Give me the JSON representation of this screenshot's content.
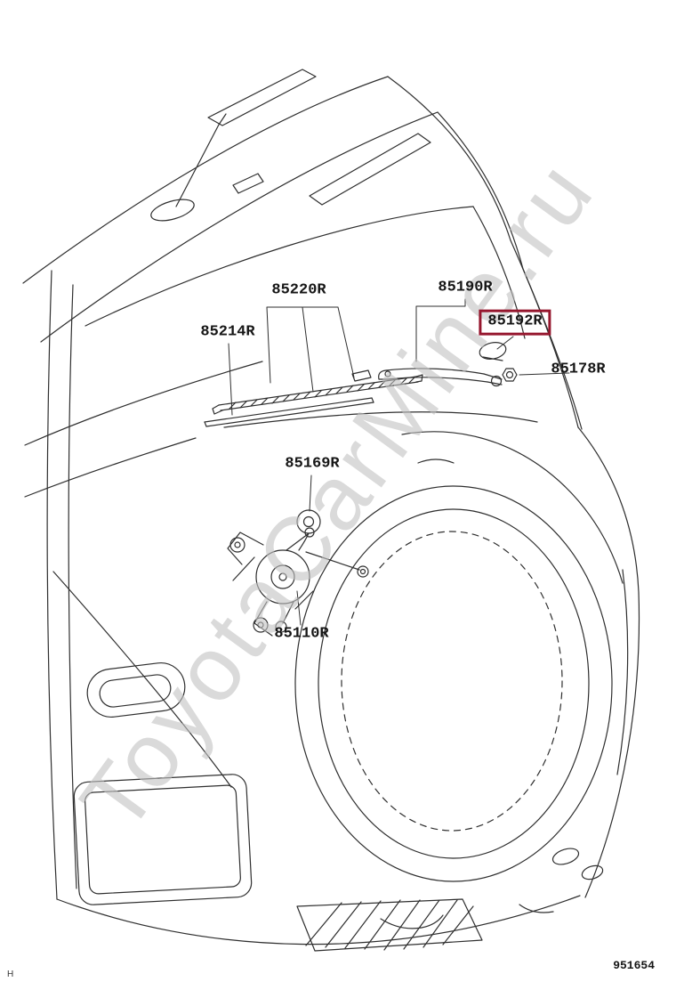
{
  "diagram": {
    "watermark": "ToyotaCarMine.ru",
    "figure_number": "951654",
    "corner_mark": "H",
    "colors": {
      "highlight_box": "#96172e",
      "line_art": "#2f2f2f",
      "watermark_gray": "#c2c2c2"
    },
    "parts": [
      {
        "number": "85220R",
        "highlighted": false
      },
      {
        "number": "85214R",
        "highlighted": false
      },
      {
        "number": "85190R",
        "highlighted": false
      },
      {
        "number": "85192R",
        "highlighted": true
      },
      {
        "number": "85178R",
        "highlighted": false
      },
      {
        "number": "85169R",
        "highlighted": false
      },
      {
        "number": "85110R",
        "highlighted": false
      }
    ]
  }
}
